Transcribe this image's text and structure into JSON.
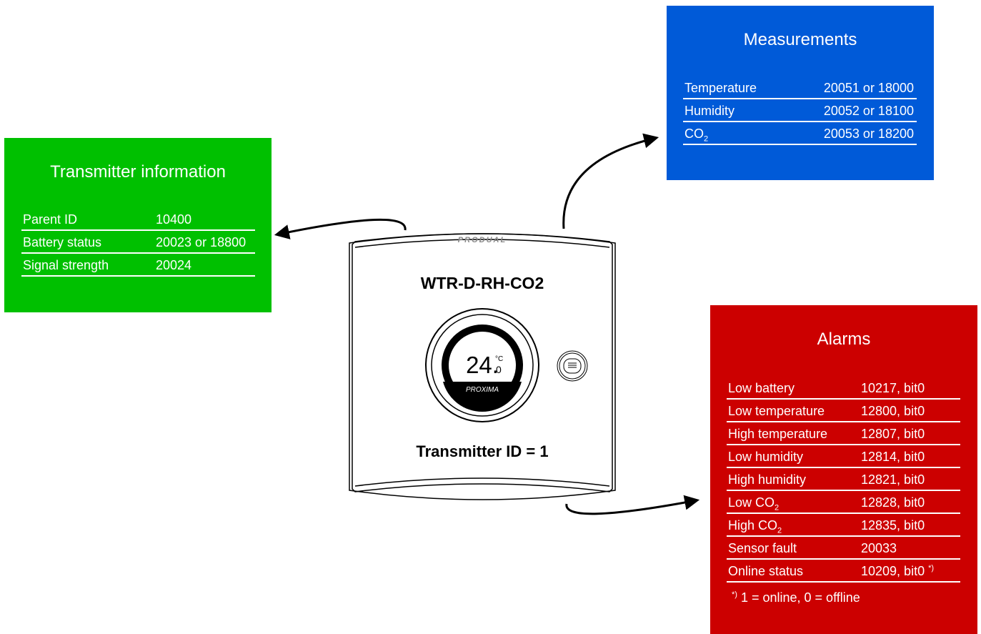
{
  "transmitter_info": {
    "title": "Transmitter information",
    "rows": [
      {
        "label": "Parent ID",
        "value": "10400"
      },
      {
        "label": "Battery status",
        "value": "20023 or 18800"
      },
      {
        "label": "Signal strength",
        "value": "20024"
      }
    ],
    "color": "#00c000"
  },
  "measurements": {
    "title": "Measurements",
    "rows": [
      {
        "label": "Temperature",
        "value": "20051 or 18000"
      },
      {
        "label": "Humidity",
        "value": "20052 or 18100"
      },
      {
        "label": "CO",
        "label_sub": "2",
        "value": "20053 or 18200"
      }
    ],
    "color": "#005ad8"
  },
  "alarms": {
    "title": "Alarms",
    "rows": [
      {
        "label": "Low battery",
        "value": "10217, bit0"
      },
      {
        "label": "Low temperature",
        "value": "12800, bit0"
      },
      {
        "label": "High temperature",
        "value": "12807, bit0"
      },
      {
        "label": "Low humidity",
        "value": "12814, bit0"
      },
      {
        "label": "High humidity",
        "value": "12821, bit0"
      },
      {
        "label": "Low CO",
        "label_sub": "2",
        "value": "12828, bit0"
      },
      {
        "label": "High CO",
        "label_sub": "2",
        "value": "12835, bit0"
      },
      {
        "label": "Sensor fault",
        "value": "20033"
      },
      {
        "label": "Online status",
        "value": "10209, bit0",
        "value_sup": "*)"
      }
    ],
    "note_mark": "*)",
    "note": "1 = online, 0 = offline",
    "color": "#cc0000"
  },
  "device": {
    "brand": "PRODUAL",
    "model": "WTR-D-RH-CO2",
    "transmitter_id": "Transmitter ID = 1",
    "display_value": "24.",
    "display_unit": "°C",
    "display_decimal": "0",
    "display_brand": "PROXIMA"
  }
}
